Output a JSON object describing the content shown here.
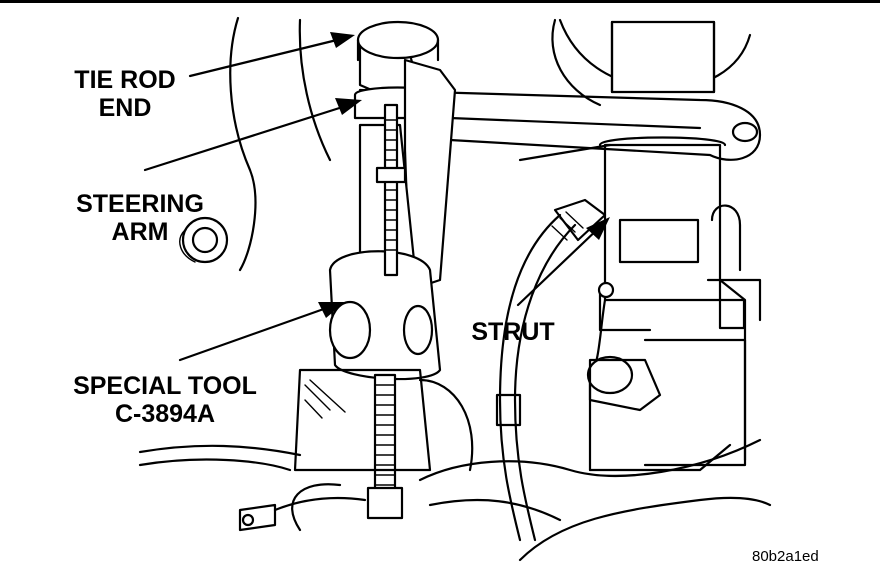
{
  "labels": {
    "tie_rod_end_line1": "TIE ROD",
    "tie_rod_end_line2": "END",
    "steering_arm_line1": "STEERING",
    "steering_arm_line2": "ARM",
    "special_tool_line1": "SPECIAL TOOL",
    "special_tool_line2": "C-3894A",
    "strut": "STRUT"
  },
  "figure_id": "80b2a1ed",
  "colors": {
    "ink": "#000000",
    "paper": "#ffffff"
  }
}
